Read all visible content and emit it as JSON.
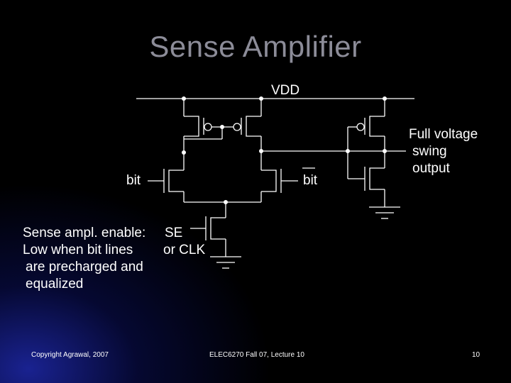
{
  "slide": {
    "title": "Sense Amplifier",
    "labels": {
      "vdd": "VDD",
      "bit_left": "bit",
      "bit_right": "bit",
      "output_line1": "Full voltage",
      "output_line2": "swing",
      "output_line3": "output",
      "enable_line1": "Sense ampl. enable:",
      "enable_line2": "Low when bit lines",
      "enable_line3": "are precharged and",
      "enable_line4": "equalized",
      "se": "SE",
      "or_clk": "or CLK"
    },
    "footer": {
      "copyright": "Copyright Agrawal, 2007",
      "course": "ELEC6270 Fall 07, Lecture 10",
      "page": "10"
    }
  }
}
